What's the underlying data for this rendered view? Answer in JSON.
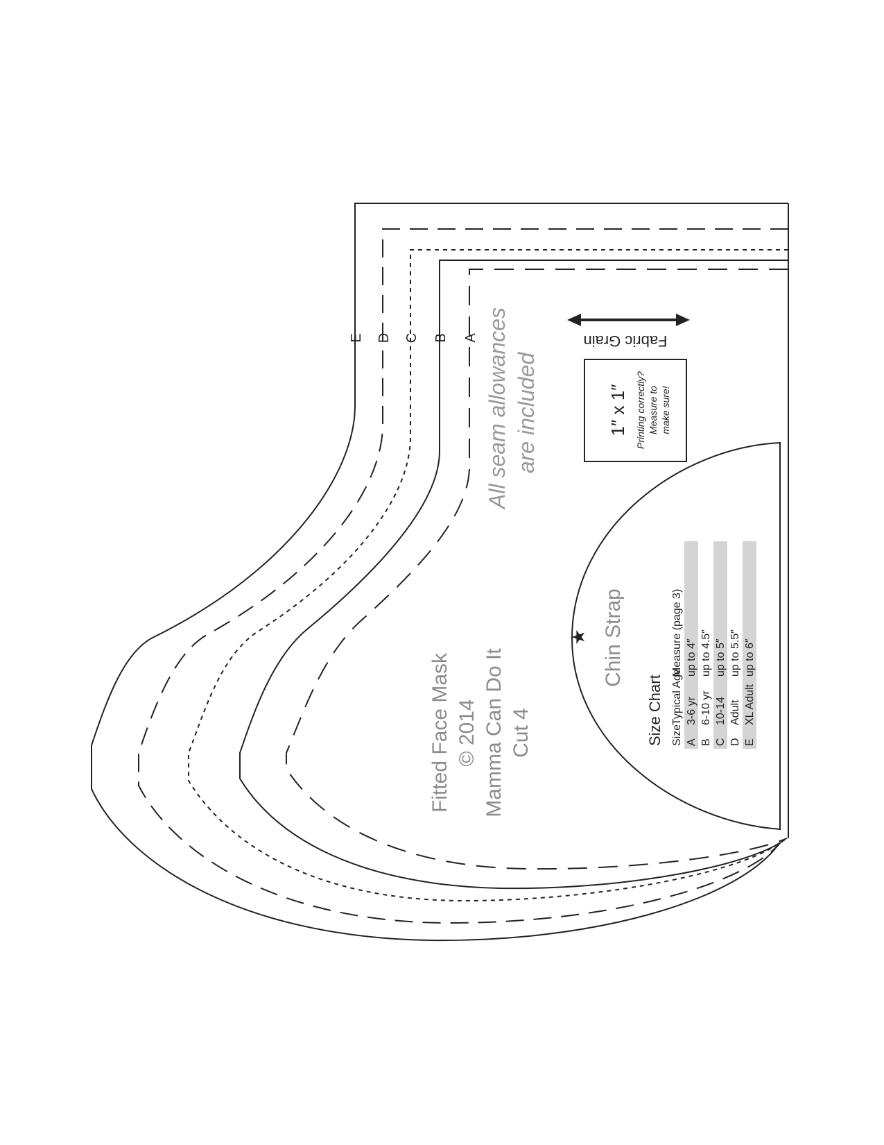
{
  "pattern": {
    "title": "Fitted Face Mask",
    "copyright": "© 2014",
    "brand": "Mamma Can Do It",
    "cut": "Cut 4",
    "seam_note_line1": "All seam allowances",
    "seam_note_line2": "are included",
    "grain_label": "Fabric Grain",
    "square_label": "1″ x 1″",
    "square_note_line1": "Printing correctly?",
    "square_note_line2": "Measure to",
    "square_note_line3": "make sure!",
    "chin_strap_label": "Chin Strap",
    "star_glyph": "★",
    "size_lines": [
      "E",
      "D",
      "C",
      "B",
      "A"
    ]
  },
  "size_chart": {
    "title": "Size Chart",
    "headers": [
      "Size",
      "Typical Age",
      "Measure (page 3)"
    ],
    "rows": [
      [
        "A",
        "3-6 yr",
        "up to 4″"
      ],
      [
        "B",
        "6-10 yr",
        "up to 4.5″"
      ],
      [
        "C",
        "10-14",
        "up to 5″"
      ],
      [
        "D",
        "Adult",
        "up to 5.5″"
      ],
      [
        "E",
        "XL Adult",
        "up to 6″"
      ]
    ],
    "shaded_rows": [
      0,
      2,
      4
    ],
    "shade_color": "#d4d4d4"
  },
  "colors": {
    "line": "#222222",
    "gray_text": "#8c8c8c"
  }
}
